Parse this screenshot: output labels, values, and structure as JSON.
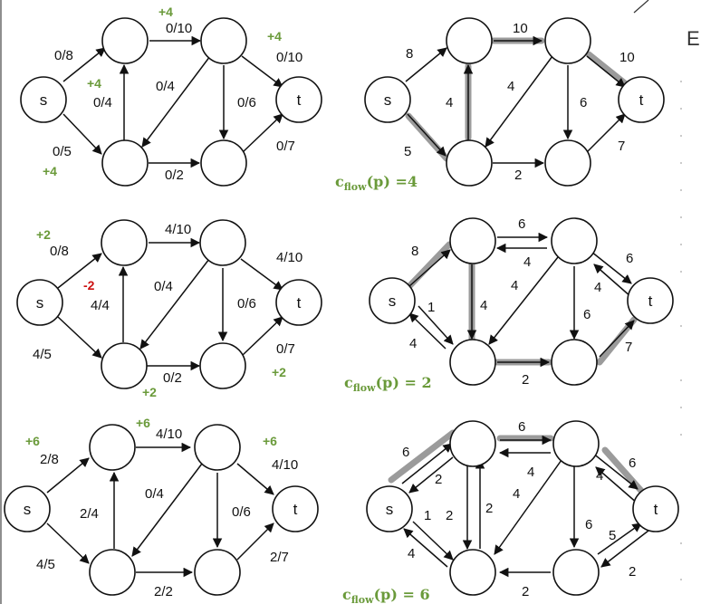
{
  "colors": {
    "positive": "#6a9a3a",
    "negative": "#cc1111",
    "highlight": "#8a8a8a",
    "ink": "#111111"
  },
  "corner_letter": "E",
  "panels": [
    {
      "id": "p1",
      "nodes": [
        {
          "id": "s",
          "label": "s"
        },
        {
          "id": "a",
          "label": ""
        },
        {
          "id": "b",
          "label": ""
        },
        {
          "id": "c",
          "label": ""
        },
        {
          "id": "d",
          "label": ""
        },
        {
          "id": "t",
          "label": "t"
        }
      ],
      "edges": [
        {
          "from": "s",
          "to": "a",
          "label": "0/8"
        },
        {
          "from": "s",
          "to": "c",
          "label": "0/5"
        },
        {
          "from": "a",
          "to": "b",
          "label": "0/10"
        },
        {
          "from": "c",
          "to": "a",
          "label": "0/4"
        },
        {
          "from": "b",
          "to": "c",
          "label": "0/4"
        },
        {
          "from": "b",
          "to": "d",
          "label": "0/6"
        },
        {
          "from": "b",
          "to": "t",
          "label": "0/10"
        },
        {
          "from": "c",
          "to": "d",
          "label": "0/2"
        },
        {
          "from": "d",
          "to": "t",
          "label": "0/7"
        }
      ],
      "deltas": [
        "+4",
        "+4",
        "+4",
        "+4"
      ]
    },
    {
      "id": "r1",
      "edges": [
        {
          "from": "s",
          "to": "a",
          "label": "8"
        },
        {
          "from": "s",
          "to": "c",
          "label": "5"
        },
        {
          "from": "a",
          "to": "b",
          "label": "10"
        },
        {
          "from": "c",
          "to": "a",
          "label": "4"
        },
        {
          "from": "b",
          "to": "c",
          "label": "4"
        },
        {
          "from": "b",
          "to": "d",
          "label": "6"
        },
        {
          "from": "b",
          "to": "t",
          "label": "10"
        },
        {
          "from": "c",
          "to": "d",
          "label": "2"
        },
        {
          "from": "d",
          "to": "t",
          "label": "7"
        }
      ],
      "caption": "c_flow(p) =4",
      "caption_value": "=4"
    },
    {
      "id": "p2",
      "edges": [
        {
          "from": "s",
          "to": "a",
          "label": "0/8"
        },
        {
          "from": "s",
          "to": "c",
          "label": "4/5"
        },
        {
          "from": "a",
          "to": "b",
          "label": "4/10"
        },
        {
          "from": "c",
          "to": "a",
          "label": "4/4"
        },
        {
          "from": "b",
          "to": "c",
          "label": "0/4"
        },
        {
          "from": "b",
          "to": "d",
          "label": "0/6"
        },
        {
          "from": "b",
          "to": "t",
          "label": "4/10"
        },
        {
          "from": "c",
          "to": "d",
          "label": "0/2"
        },
        {
          "from": "d",
          "to": "t",
          "label": "0/7"
        }
      ],
      "deltas": [
        "+2",
        "-2",
        "+2",
        "+2"
      ]
    },
    {
      "id": "r2",
      "edges": [
        {
          "label": "8"
        },
        {
          "label": "1"
        },
        {
          "label": "4"
        },
        {
          "label": "6"
        },
        {
          "label": "4"
        },
        {
          "label": "4"
        },
        {
          "label": "4"
        },
        {
          "label": "6"
        },
        {
          "label": "6"
        },
        {
          "label": "4"
        },
        {
          "label": "2"
        },
        {
          "label": "7"
        }
      ],
      "caption_value": "= 2"
    },
    {
      "id": "p3",
      "edges": [
        {
          "label": "2/8"
        },
        {
          "label": "4/5"
        },
        {
          "label": "4/10"
        },
        {
          "label": "2/4"
        },
        {
          "label": "0/4"
        },
        {
          "label": "0/6"
        },
        {
          "label": "4/10"
        },
        {
          "label": "2/2"
        },
        {
          "label": "2/7"
        }
      ],
      "deltas": [
        "+6",
        "+6",
        "+6"
      ]
    },
    {
      "id": "r3",
      "edges": [
        {
          "label": "6"
        },
        {
          "label": "2"
        },
        {
          "label": "1"
        },
        {
          "label": "4"
        },
        {
          "label": "2"
        },
        {
          "label": "2"
        },
        {
          "label": "6"
        },
        {
          "label": "4"
        },
        {
          "label": "4"
        },
        {
          "label": "6"
        },
        {
          "label": "4"
        },
        {
          "label": "6"
        },
        {
          "label": "5"
        },
        {
          "label": "2"
        },
        {
          "label": "2"
        }
      ],
      "caption_value": "= 6"
    }
  ]
}
